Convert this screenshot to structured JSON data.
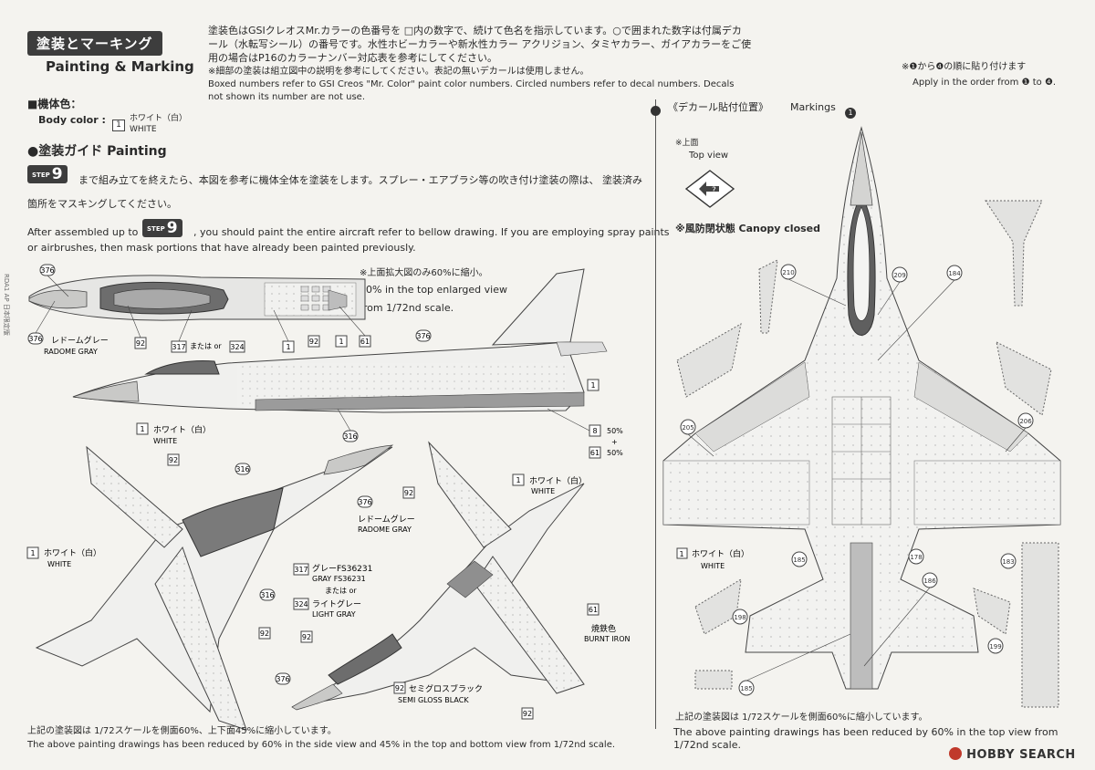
{
  "header": {
    "title_jp": "塗装とマーキング",
    "title_en": "Painting & Marking",
    "intro_jp_1": "塗装色はGSIクレオスMr.カラーの色番号を □内の数字で、続けて色名を指示しています。○で囲まれた数字は付属デカ",
    "intro_jp_2": "ール（水転写シール）の番号です。水性ホビーカラーや新水性カラー アクリジョン、タミヤカラー、ガイアカラーをご使",
    "intro_jp_3": "用の場合はP16のカラーナンバー対応表を参考にしてください。",
    "intro_jp_4": "※細部の塗装は組立図中の説明を参考にしてください。表記の無いデカールは使用しません。",
    "intro_en_1": "Boxed numbers refer to GSI Creos \"Mr. Color\" paint color numbers. Circled numbers refer to decal numbers. Decals",
    "intro_en_2": "not shown its number are not use.",
    "order_jp": "※❶から❹の順に貼り付けます",
    "order_en": "Apply in the order from ❶ to ❹."
  },
  "body_color": {
    "label_jp": "■機体色：",
    "label_en": "Body color :",
    "code": "1",
    "name_jp": "ホワイト（白）",
    "name_en": "WHITE"
  },
  "painting": {
    "title": "●塗装ガイド Painting",
    "step_prefix": "STEP",
    "step_num": "9",
    "jp_1": "まで組み立てを終えたら、本図を参考に機体全体を塗装をします。スプレー・エアブラシ等の吹き付け塗装の際は、 塗装済み",
    "jp_2": "箇所をマスキングしてください。",
    "en_pre": "After assembled up to",
    "en_post": ", you should paint the entire aircraft refer to bellow drawing. If you are employing spray paints",
    "en_2": "or airbrushes, then mask portions that have already been painted previously.",
    "scale_jp": "※上面拡大図のみ60%に縮小。",
    "scale_en_1": "60% in the top  enlarged view",
    "scale_en_2": "from 1/72nd scale.",
    "radome_jp": "レドームグレー",
    "radome_en": "RADOME GRAY",
    "or_label": "または or",
    "white_jp": "ホワイト（白）",
    "white_en": "WHITE",
    "pct_50": "50%",
    "plus": "+",
    "gray_jp": "グレーFS36231",
    "gray_en": "GRAY FS36231",
    "or_jp": "または or",
    "lightgray_jp": "ライトグレー",
    "lightgray_en": "LIGHT GRAY",
    "burnt_jp": "焼鉄色",
    "burnt_en": "BURNT IRON",
    "sgb_jp": "セミグロスブラック",
    "sgb_en": "SEMI GLOSS BLACK",
    "footer_jp": "上記の塗装図は 1/72スケールを側面60%、上下面45%に縮小しています。",
    "footer_en": "The above painting drawings has been reduced by 60% in the side view and 45%  in the top and bottom view  from 1/72nd scale."
  },
  "markings": {
    "title_jp": "《デカール貼付位置》",
    "title_en": "Markings",
    "num": "1",
    "top_view_jp": "※上面",
    "top_view_en": "Top view",
    "canopy": "※風防閉状態 Canopy closed",
    "white_jp": "ホワイト（白）",
    "white_en": "WHITE",
    "footer_jp": "上記の塗装図は 1/72スケールを側面60%に縮小しています。",
    "footer_en_1": "The above painting drawings has been reduced by 60% in the top view  from",
    "footer_en_2": "1/72nd scale."
  },
  "callouts": {
    "c376": "376",
    "c92": "92",
    "c1": "1",
    "c317": "317",
    "c324": "324",
    "c61": "61",
    "c316": "316",
    "c8": "8",
    "d210": "210",
    "d209": "209",
    "d184": "184",
    "d205": "205",
    "d206": "206",
    "d185": "185",
    "d178": "178",
    "d183": "183",
    "d186": "186",
    "d198": "198",
    "d199": "199"
  },
  "side_code": "RDA1 AP 日本限定版",
  "brand": {
    "name": "HOBBY SEARCH"
  }
}
